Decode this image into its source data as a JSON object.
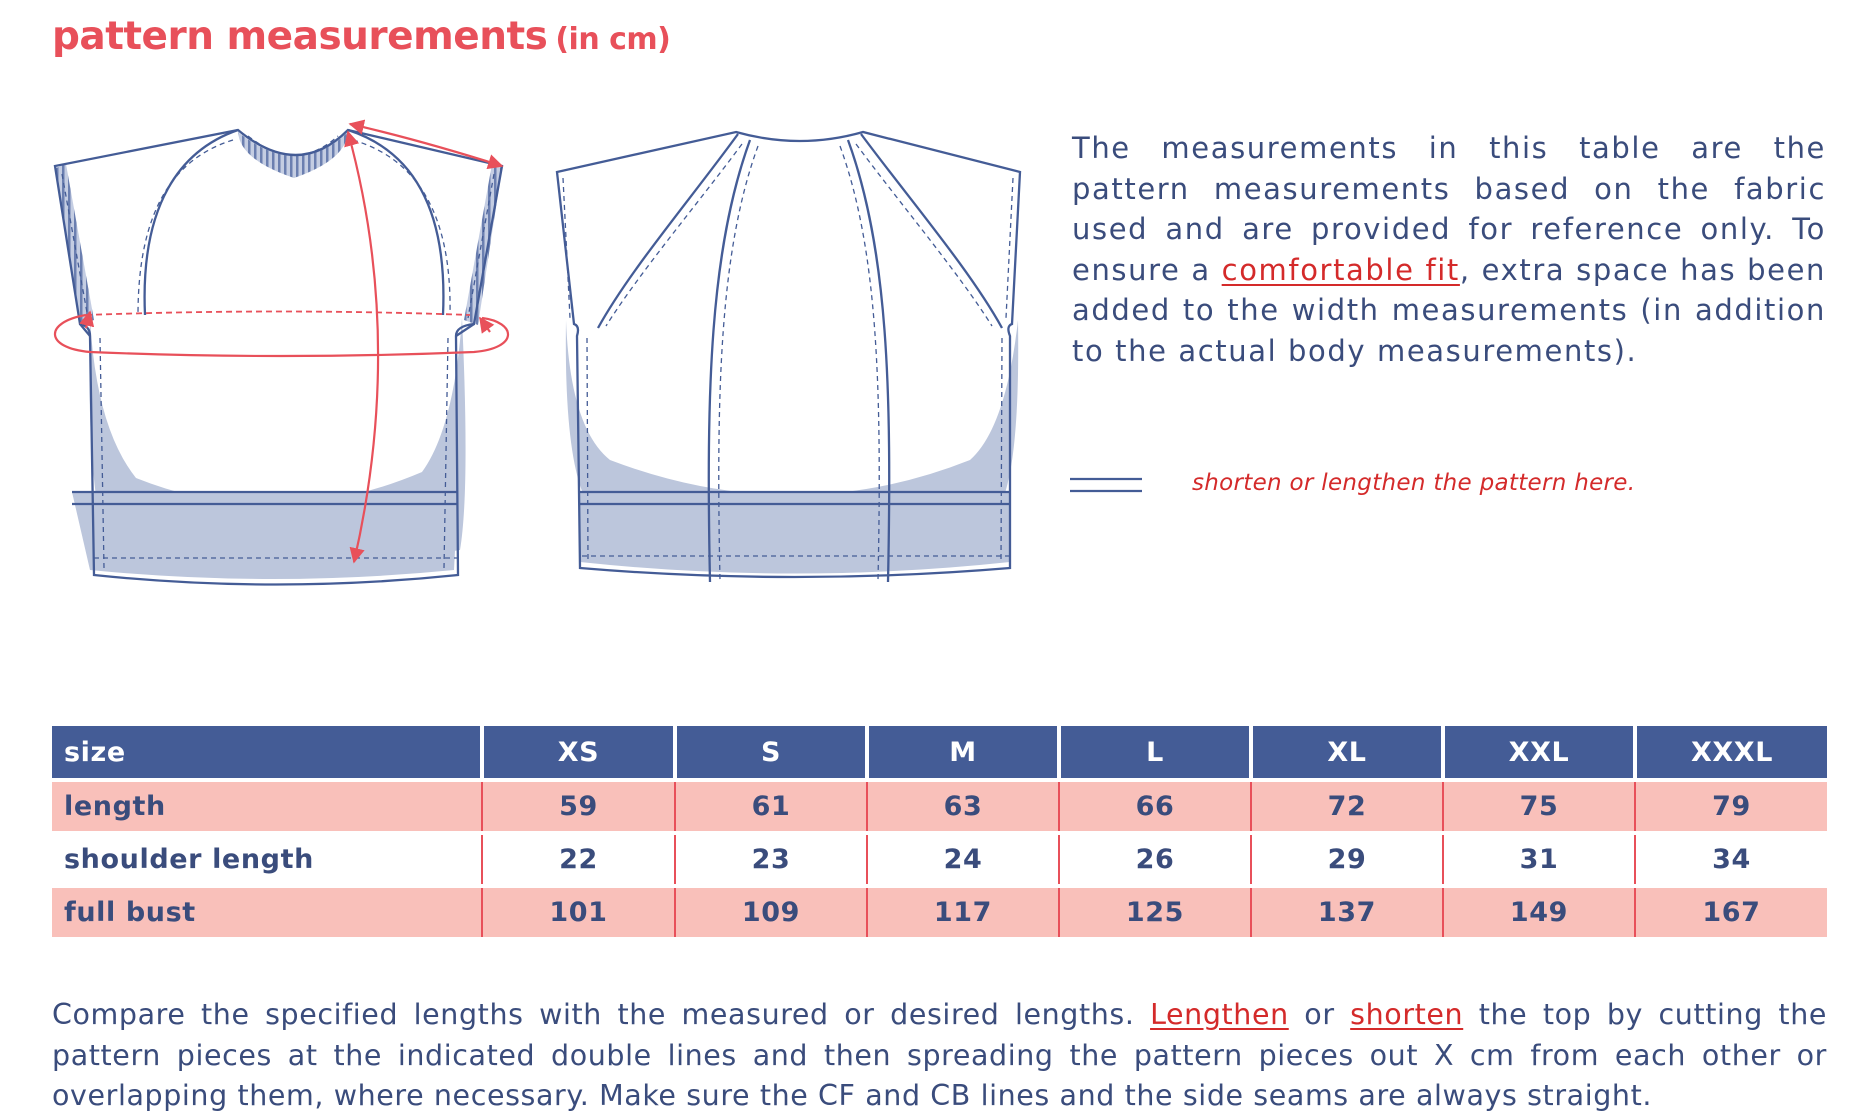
{
  "title": "pattern measurements",
  "title_unit": "(in cm)",
  "intro": {
    "part1": "The measurements in this table are the pattern measurements based on the fabric used and are provided for reference only. To ensure a ",
    "link": "comfortable fit",
    "part2": ", extra space has been added to the width measurements (in addition to the actual body measurements)."
  },
  "legend": {
    "icon": "double-line-icon",
    "text": "shorten or lengthen the pattern here."
  },
  "table": {
    "header_label": "size",
    "sizes": [
      "XS",
      "S",
      "M",
      "L",
      "XL",
      "XXL",
      "XXXL"
    ],
    "rows": [
      {
        "label": "length",
        "values": [
          "59",
          "61",
          "63",
          "66",
          "72",
          "75",
          "79"
        ]
      },
      {
        "label": "shoulder length",
        "values": [
          "22",
          "23",
          "24",
          "26",
          "29",
          "31",
          "34"
        ]
      },
      {
        "label": "full bust",
        "values": [
          "101",
          "109",
          "117",
          "125",
          "137",
          "149",
          "167"
        ]
      }
    ]
  },
  "footer": {
    "part1": "Compare the specified lengths with the measured or desired lengths. ",
    "link1": "Lengthen",
    "part2": " or ",
    "link2": "shorten",
    "part3": " the top by cutting the pattern pieces at the indicated double lines and then spreading the pattern pieces out X cm from each other or overlapping them, where necessary. Make sure the CF and CB lines and the side seams are always straight."
  },
  "colors": {
    "accent_red": "#e8505a",
    "link_red": "#d42a2a",
    "navy": "#445c96",
    "text_blue": "#3a4c7c",
    "row_pink": "#f9c0ba",
    "garment_fill": "#bcc6dc"
  }
}
